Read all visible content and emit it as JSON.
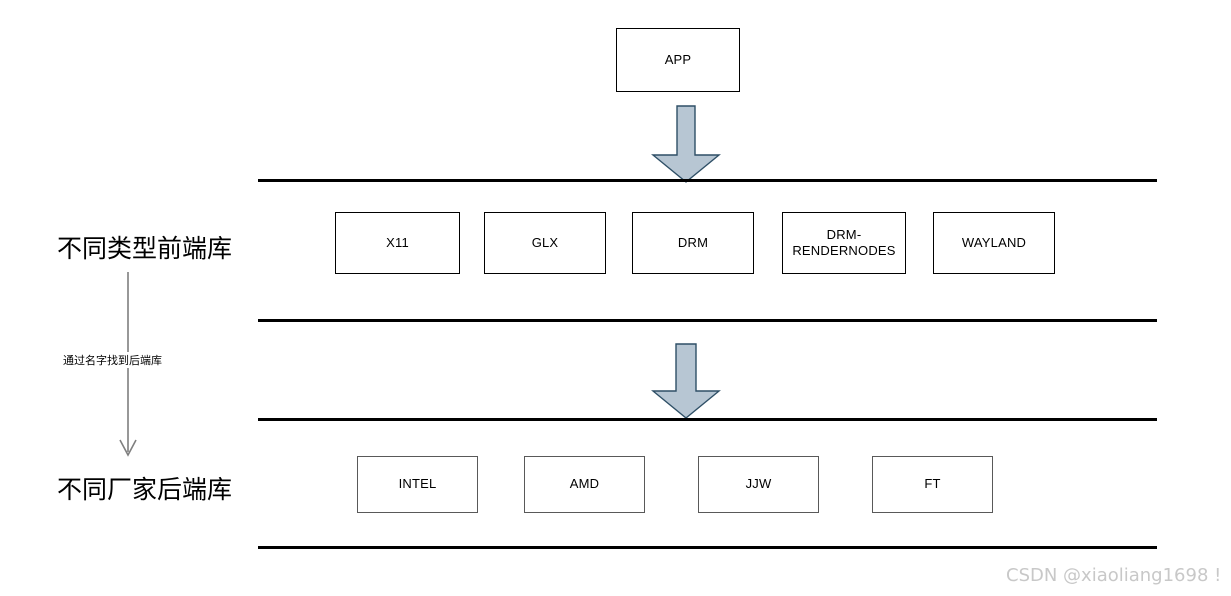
{
  "diagram": {
    "title_box": {
      "label": "APP"
    },
    "frontend": {
      "section_label": "不同类型前端库",
      "boxes": [
        {
          "label": "X11"
        },
        {
          "label": "GLX"
        },
        {
          "label": "DRM"
        },
        {
          "label": "DRM-\nRENDERNODES"
        },
        {
          "label": "WAYLAND"
        }
      ]
    },
    "backend": {
      "section_label": "不同厂家后端库",
      "boxes": [
        {
          "label": "INTEL"
        },
        {
          "label": "AMD"
        },
        {
          "label": "JJW"
        },
        {
          "label": "FT"
        }
      ]
    },
    "connector_annotation": "通过名字找到后端库",
    "colors": {
      "arrow_fill": "#b7c6d3",
      "arrow_stroke": "#2e4f66",
      "rule": "#000000",
      "box_border": "#000000",
      "watermark": "#c8c8c8"
    }
  },
  "watermark": {
    "text": "CSDN @xiaoliang1698 !"
  }
}
